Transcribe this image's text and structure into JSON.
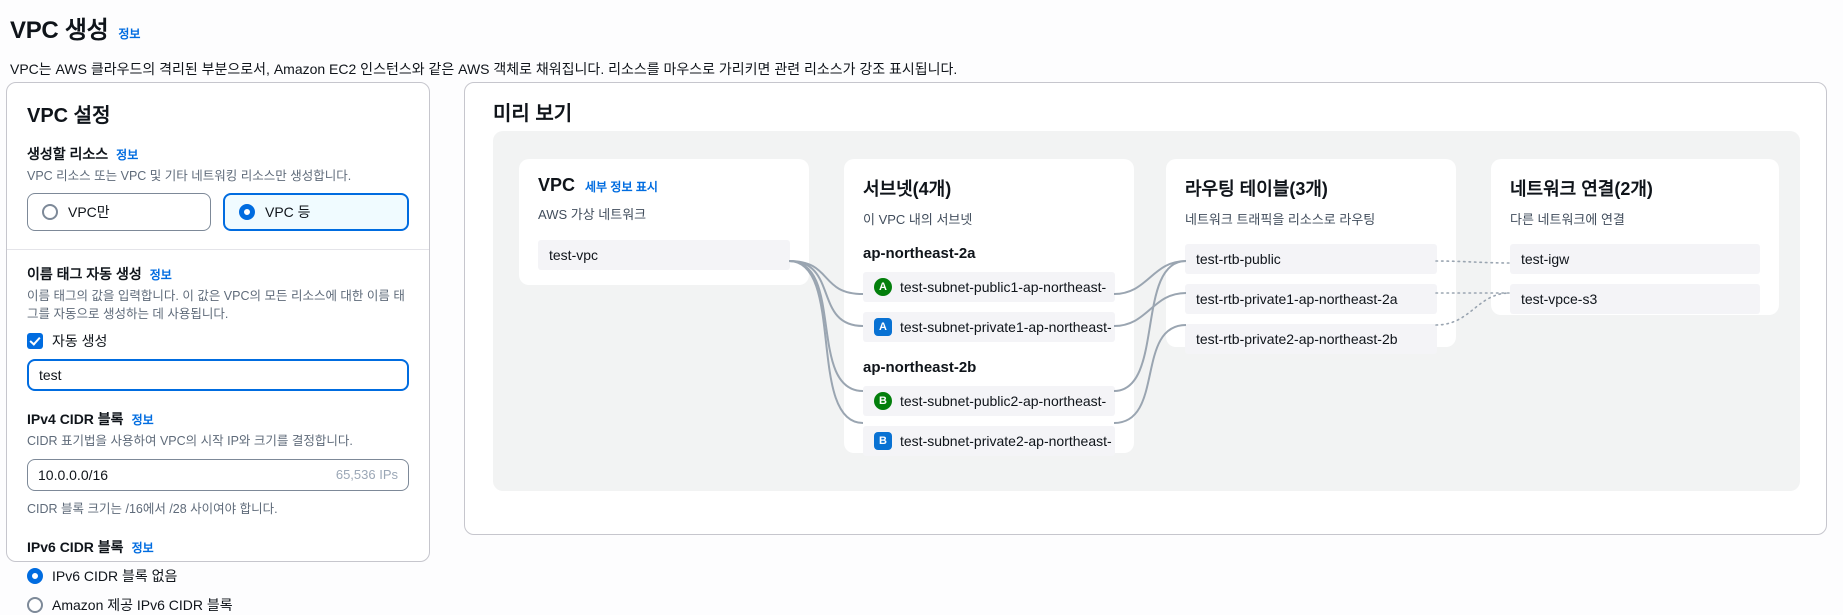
{
  "page": {
    "title": "VPC 생성",
    "info_link": "정보",
    "description": "VPC는 AWS 클라우드의 격리된 부분으로서, Amazon EC2 인스턴스와 같은 AWS 객체로 채워집니다. 리소스를 마우스로 가리키면 관련 리소스가 강조 표시됩니다."
  },
  "settings_panel": {
    "title": "VPC 설정",
    "resources": {
      "label": "생성할 리소스",
      "info_link": "정보",
      "description": "VPC 리소스 또는 VPC 및 기타 네트워킹 리소스만 생성합니다.",
      "options": [
        {
          "label": "VPC만",
          "selected": false
        },
        {
          "label": "VPC 등",
          "selected": true
        }
      ]
    },
    "name_tag": {
      "label": "이름 태그 자동 생성",
      "info_link": "정보",
      "description": "이름 태그의 값을 입력합니다. 이 값은 VPC의 모든 리소스에 대한 이름 태그를 자동으로 생성하는 데 사용됩니다.",
      "checkbox_label": "자동 생성",
      "checkbox_checked": true,
      "value": "test"
    },
    "ipv4": {
      "label": "IPv4 CIDR 블록",
      "info_link": "정보",
      "description": "CIDR 표기법을 사용하여 VPC의 시작 IP와 크기를 결정합니다.",
      "value": "10.0.0.0/16",
      "hint": "65,536 IPs",
      "constraint": "CIDR 블록 크기는 /16에서 /28 사이여야 합니다."
    },
    "ipv6": {
      "label": "IPv6 CIDR 블록",
      "info_link": "정보",
      "options": [
        {
          "label": "IPv6 CIDR 블록 없음",
          "selected": true
        },
        {
          "label": "Amazon 제공 IPv6 CIDR 블록",
          "selected": false
        }
      ]
    }
  },
  "preview": {
    "title": "미리 보기",
    "vpc_card": {
      "title": "VPC",
      "details_link": "세부 정보 표시",
      "subtitle": "AWS 가상 네트워크",
      "item": "test-vpc"
    },
    "subnets_card": {
      "title": "서브넷(4개)",
      "subtitle": "이 VPC 내의 서브넷",
      "zones": [
        {
          "name": "ap-northeast-2a",
          "items": [
            {
              "badge": "A",
              "type": "public",
              "label": "test-subnet-public1-ap-northeast-"
            },
            {
              "badge": "A",
              "type": "private",
              "label": "test-subnet-private1-ap-northeast-"
            }
          ]
        },
        {
          "name": "ap-northeast-2b",
          "items": [
            {
              "badge": "B",
              "type": "public",
              "label": "test-subnet-public2-ap-northeast-"
            },
            {
              "badge": "B",
              "type": "private",
              "label": "test-subnet-private2-ap-northeast-"
            }
          ]
        }
      ]
    },
    "route_tables_card": {
      "title": "라우팅 테이블(3개)",
      "subtitle": "네트워크 트래픽을 리소스로 라우팅",
      "items": [
        "test-rtb-public",
        "test-rtb-private1-ap-northeast-2a",
        "test-rtb-private2-ap-northeast-2b"
      ]
    },
    "connections_card": {
      "title": "네트워크 연결(2개)",
      "subtitle": "다른 네트워크에 연결",
      "items": [
        "test-igw",
        "test-vpce-s3"
      ]
    }
  },
  "colors": {
    "link_blue": "#006ce0",
    "badge_green": "#037f0c",
    "badge_blue": "#0972d3",
    "connector_gray": "#9aa5b1"
  }
}
